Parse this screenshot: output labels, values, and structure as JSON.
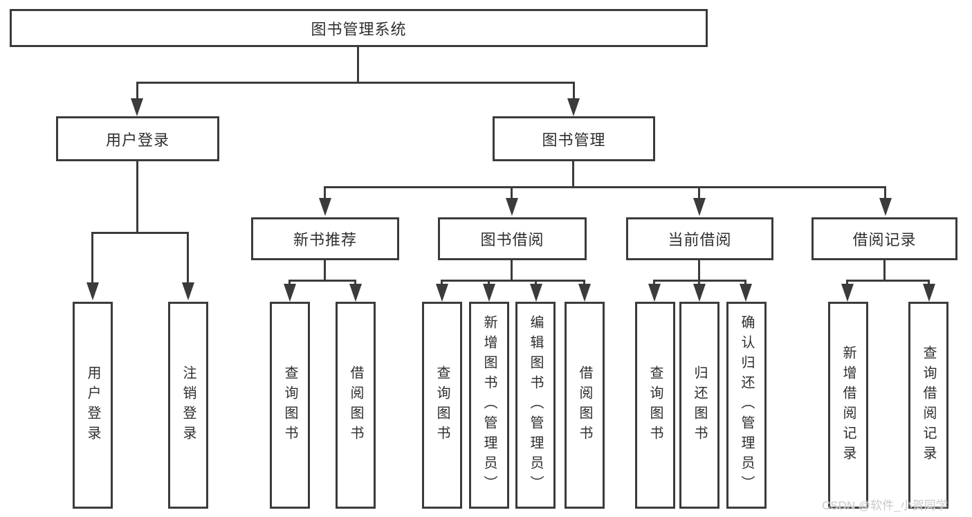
{
  "colors": {
    "line": "#3b3b3b",
    "text": "#2e2e2e",
    "background": "#ffffff",
    "watermark_text": "#c9c9c9"
  },
  "diagram": {
    "root": {
      "label": "图书管理系统"
    },
    "level2": [
      {
        "label": "用户登录"
      },
      {
        "label": "图书管理"
      }
    ],
    "level3": [
      {
        "label": "新书推荐"
      },
      {
        "label": "图书借阅"
      },
      {
        "label": "当前借阅"
      },
      {
        "label": "借阅记录"
      }
    ],
    "leaves": {
      "user_login": [
        {
          "label": "用户登录"
        },
        {
          "label": "注销登录"
        }
      ],
      "new_books": [
        {
          "label": "查询图书"
        },
        {
          "label": "借阅图书"
        }
      ],
      "book_borrow": [
        {
          "label": "查询图书"
        },
        {
          "label": "新增图书（管理员）"
        },
        {
          "label": "编辑图书（管理员）"
        },
        {
          "label": "借阅图书"
        }
      ],
      "current_borrow": [
        {
          "label": "查询图书"
        },
        {
          "label": "归还图书"
        },
        {
          "label": "确认归还（管理员）"
        }
      ],
      "borrow_records": [
        {
          "label": "新增借阅记录"
        },
        {
          "label": "查询借阅记录"
        }
      ]
    }
  },
  "watermark": {
    "text": "CSDN @软件_小贺同学"
  }
}
